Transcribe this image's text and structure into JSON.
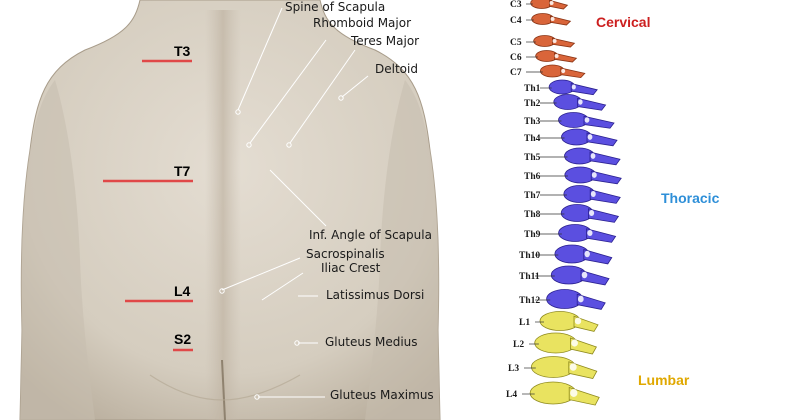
{
  "back": {
    "levels": [
      "T3",
      "T7",
      "L4",
      "S2"
    ],
    "labels": [
      "Spine of Scapula",
      "Rhomboid Major",
      "Teres Major",
      "Deltoid",
      "Inf. Angle of Scapula",
      "Sacrospinalis",
      "Iliac Crest",
      "Latissimus Dorsi",
      "Gluteus Medius",
      "Gluteus Maximus"
    ]
  },
  "spine": {
    "vertebrae": [
      "C3",
      "C4",
      "C5",
      "C6",
      "C7",
      "Th1",
      "Th2",
      "Th3",
      "Th4",
      "Th5",
      "Th6",
      "Th7",
      "Th8",
      "Th9",
      "Th10",
      "Th11",
      "Th12",
      "L1",
      "L2",
      "L3",
      "L4"
    ],
    "regions": [
      {
        "name": "Cervical",
        "color": "#cc1f1f"
      },
      {
        "name": "Thoracic",
        "color": "#2e8fd8"
      },
      {
        "name": "Lumbar",
        "color": "#e0a800"
      }
    ]
  },
  "colors": {
    "skin": "#d9d2c6",
    "skin_shade": "#b8ad9c",
    "level_line": "#e04848",
    "cervical_bone": "#d9653a",
    "thoracic_bone": "#5b4fe0",
    "lumbar_bone": "#e9e360"
  }
}
